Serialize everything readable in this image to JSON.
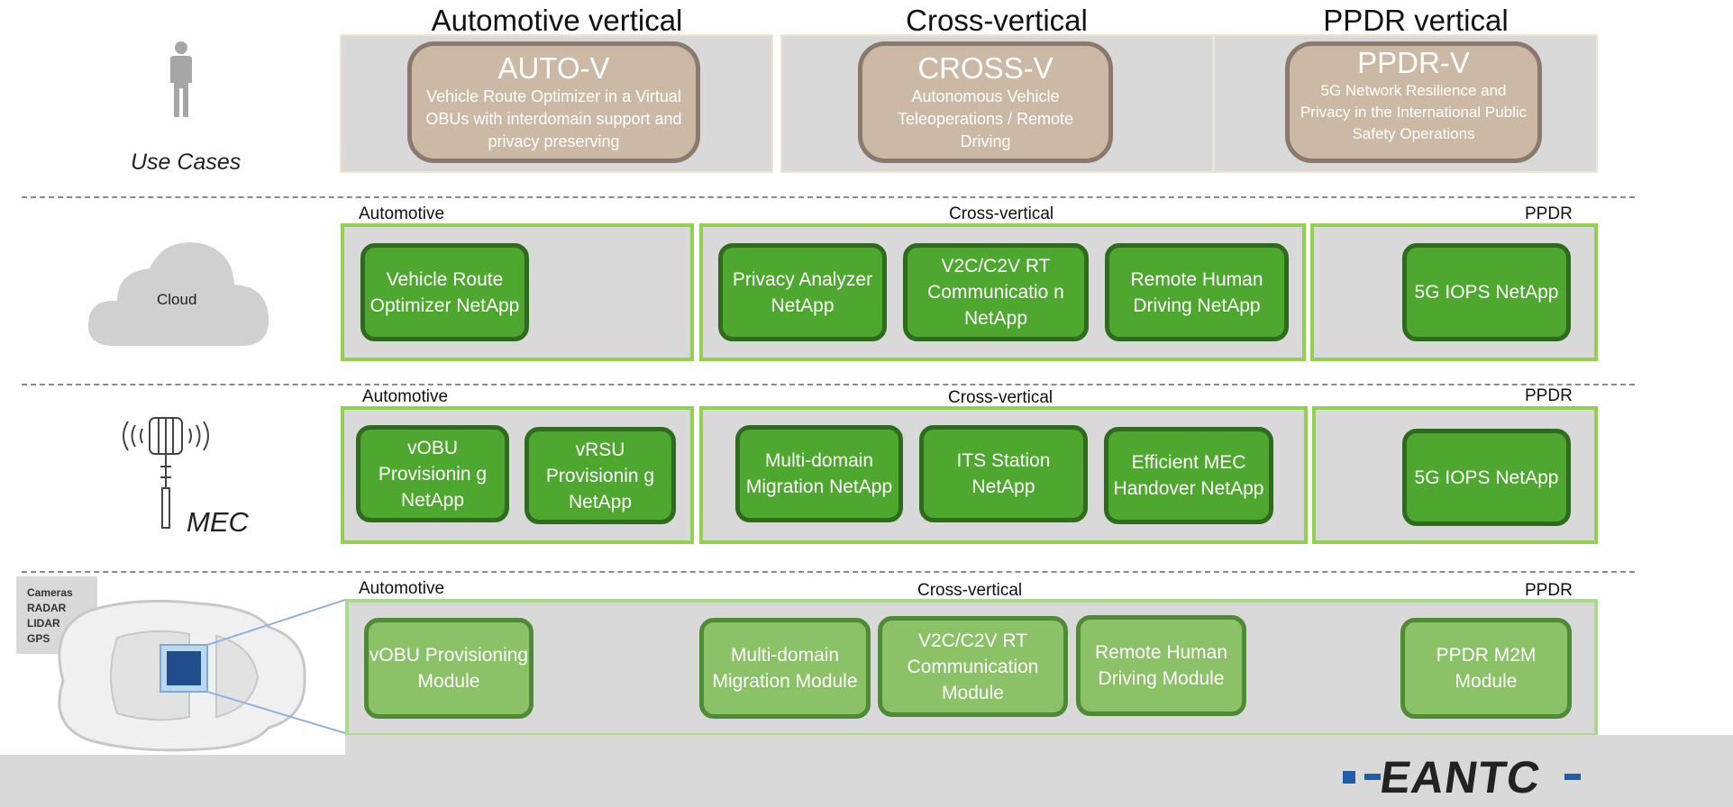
{
  "verticals": {
    "automotive": "Automotive vertical",
    "cross": "Cross-vertical",
    "ppdr": "PPDR vertical"
  },
  "layers": {
    "use_cases": "Use Cases",
    "cloud": "Cloud",
    "mec": "MEC",
    "sensors": [
      "Cameras",
      "RADAR",
      "LIDAR",
      "GPS"
    ]
  },
  "use_cases": [
    {
      "title": "AUTO-V",
      "desc": "Vehicle Route Optimizer in a Virtual OBUs with interdomain support and privacy preserving"
    },
    {
      "title": "CROSS-V",
      "desc": "Autonomous Vehicle Teleoperations / Remote Driving"
    },
    {
      "title": "PPDR-V",
      "desc": "5G Network Resilience and Privacy in the International Public Safety Operations"
    }
  ],
  "cloud": {
    "labels": {
      "automotive": "Automotive",
      "cross": "Cross-vertical",
      "ppdr": "PPDR"
    },
    "boxes": [
      "Vehicle Route Optimizer NetApp",
      "Privacy Analyzer NetApp",
      "V2C/C2V RT Communicatio n NetApp",
      "Remote Human Driving NetApp",
      "5G IOPS NetApp"
    ]
  },
  "mec": {
    "labels": {
      "automotive": "Automotive",
      "cross": "Cross-vertical",
      "ppdr": "PPDR"
    },
    "boxes": [
      "vOBU Provisionin g NetApp",
      "vRSU Provisionin g NetApp",
      "Multi-domain Migration NetApp",
      "ITS Station NetApp",
      "Efficient MEC Handover NetApp",
      "5G IOPS NetApp"
    ]
  },
  "vehicle": {
    "labels": {
      "automotive": "Automotive",
      "cross": "Cross-vertical",
      "ppdr": "PPDR"
    },
    "boxes": [
      "vOBU Provisioning Module",
      "Multi-domain Migration Module",
      "V2C/C2V RT Communication Module",
      "Remote Human Driving Module",
      "PPDR M2M Module"
    ]
  },
  "logo": "EANTC",
  "colors": {
    "netapp": "#4ea72e",
    "module": "#8bc268",
    "usecase": "#cbb9a5",
    "panel_border": "#92d050"
  }
}
